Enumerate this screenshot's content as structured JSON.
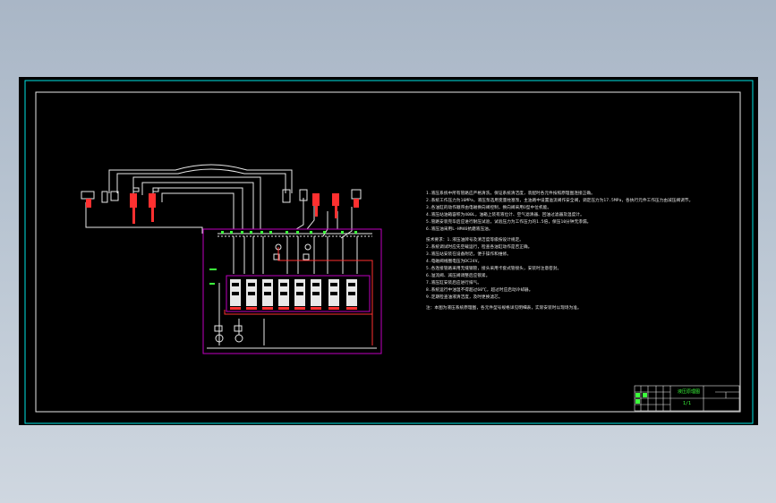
{
  "drawing": {
    "title_block": {
      "name": "液压原理图",
      "sheet": "1/1"
    },
    "notes": [
      "1.液压系统中所有管路应严格清洗，保证系统清洁度，装配时各元件按照原理图连接正确。",
      "2.系统工作压力为16MPa，液压泵选用变量柱塞泵，主油路中设置溢流阀作安全阀，调定压力为17.5MPa，各执行元件工作压力由减压阀调节。",
      "3.各油缸的动作顺序由电磁换向阀控制，换向阀采用O型中位机能。",
      "4.液压站油箱容积为400L，油箱上装有液位计、空气滤清器、回油过滤器及温度计。",
      "5.管路安装完毕后应进行耐压试验，试验压力为工作压力的1.5倍，保压10分钟无渗漏。",
      "6.液压油采用L-HM46抗磨液压油。",
      "",
      "技术要求：1.液压油牌号及清洁度等级按设计规定。",
      "2.系统调试时应先空载运行，检查各油缸动作是否正确。",
      "3.液压站安装在设备附近，便于操作和维修。",
      "4.电磁阀线圈电压为DC24V。",
      "5.各连接管路采用无缝钢管，接头采用卡套式管接头，安装时注意密封。",
      "6.溢流阀、减压阀调整后应锁紧。",
      "7.液压缸安装后应进行排气。",
      "8.系统运行中油温不得超过60℃，超过时应启动冷却器。",
      "9.定期检查油液清洁度，及时更换滤芯。",
      "",
      "注：本图为液压系统原理图，各元件型号规格详见明细表，实际安装时以现场为准。"
    ]
  },
  "colors": {
    "frame": "#00e5e5",
    "line": "#e8e8e8",
    "component": "#ff3030",
    "valve": "#e8e8e8",
    "panel": "#c000c0",
    "label": "#3cff3c"
  }
}
